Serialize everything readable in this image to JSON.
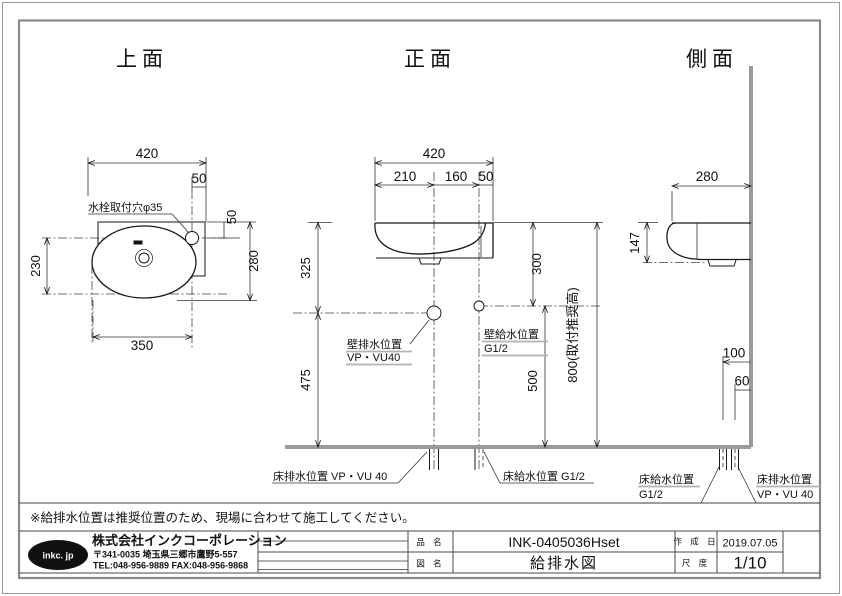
{
  "top_view": {
    "title": "上面",
    "dim_width": "420",
    "dim_right_offset": "50",
    "dim_depth_offset": "50",
    "dim_depth": "230",
    "dim_total_depth": "280",
    "dim_bowl_width": "350",
    "faucet_label": "水栓取付穴φ35"
  },
  "front_view": {
    "title": "正面",
    "dim_width": "420",
    "dim_drain_x": "210",
    "dim_supply_x": "160",
    "dim_right": "50",
    "dim_body_height": "325",
    "dim_drain_height": "475",
    "dim_top_offset": "300",
    "dim_supply_height": "500",
    "dim_mount_height": "800(取付推奨高)",
    "wall_drain_label_1": "壁排水位置",
    "wall_drain_label_2": "VP・VU40",
    "wall_supply_label_1": "壁給水位置",
    "wall_supply_label_2": "G1/2",
    "floor_drain_label": "床排水位置 VP・VU 40",
    "floor_supply_label": "床給水位置 G1/2"
  },
  "side_view": {
    "title": "側面",
    "dim_depth": "280",
    "dim_height": "147",
    "dim_supply_offset": "100",
    "dim_drain_offset": "60",
    "floor_supply_label_1": "床給水位置",
    "floor_supply_label_2": "G1/2",
    "floor_drain_label_1": "床排水位置",
    "floor_drain_label_2": "VP・VU 40"
  },
  "note": "※給排水位置は推奨位置のため、現場に合わせて施工してください。",
  "title_block": {
    "logo": "inkc. jp",
    "company": "株式会社インクコーポレーション",
    "address": "〒341-0035 埼玉県三郷市鷹野5-557",
    "tel_fax": "TEL:048-956-9889  FAX:048-956-9868",
    "product_label": "品 名",
    "product_value": "INK-0405036Hset",
    "drawing_label": "図 名",
    "drawing_value": "給排水図",
    "date_label": "作 成 日",
    "date_value": "2019.07.05",
    "scale_label": "尺 度",
    "scale_value": "1/10"
  }
}
